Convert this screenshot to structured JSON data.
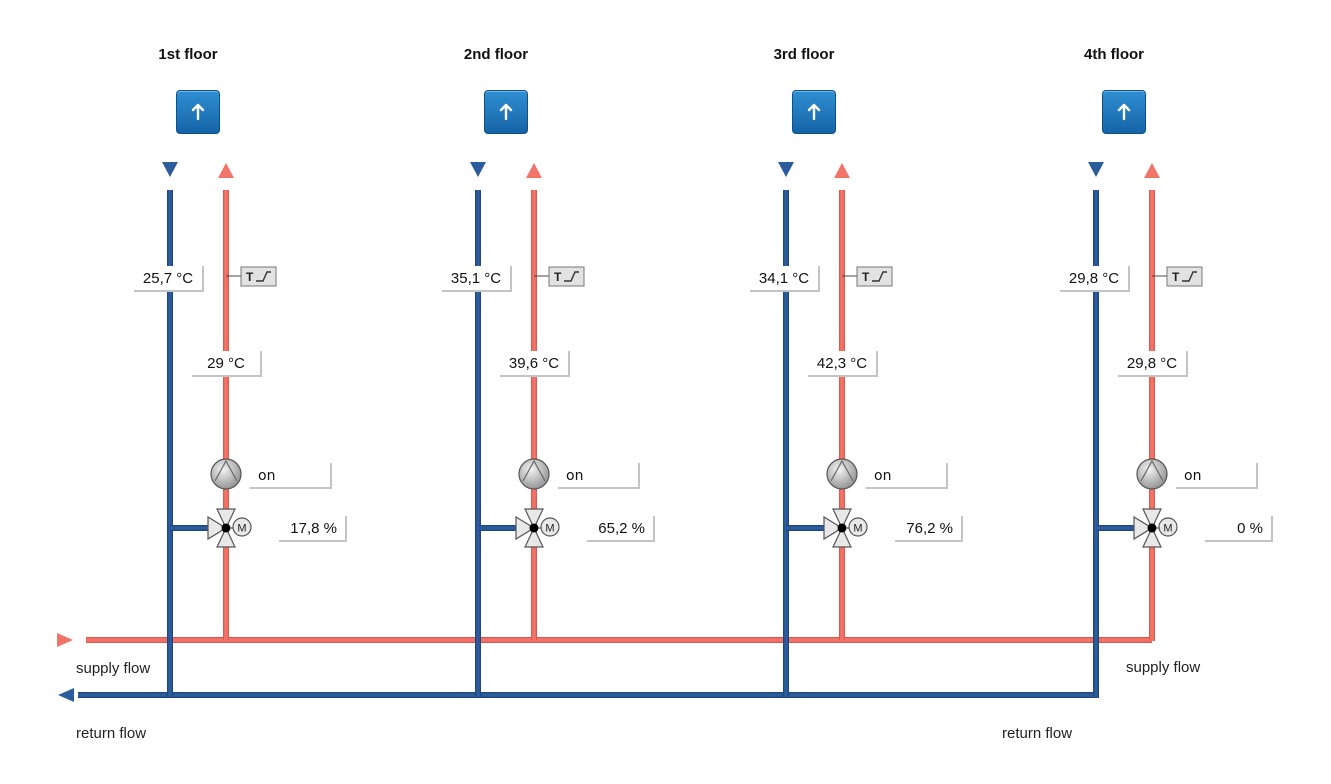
{
  "floors": [
    {
      "title": "1st floor",
      "return_temp": "25,7 °C",
      "supply_temp": "29 °C",
      "pump_status": "on",
      "valve_position": "17,8 %"
    },
    {
      "title": "2nd floor",
      "return_temp": "35,1 °C",
      "supply_temp": "39,6 °C",
      "pump_status": "on",
      "valve_position": "65,2 %"
    },
    {
      "title": "3rd floor",
      "return_temp": "34,1 °C",
      "supply_temp": "42,3 °C",
      "pump_status": "on",
      "valve_position": "76,2 %"
    },
    {
      "title": "4th floor",
      "return_temp": "29,8 °C",
      "supply_temp": "29,8 °C",
      "pump_status": "on",
      "valve_position": "0 %"
    }
  ],
  "labels": {
    "supply_left": "supply flow",
    "return_left": "return flow",
    "supply_right": "supply flow",
    "return_right": "return flow",
    "thermostat_symbol": "T",
    "motor_symbol": "M"
  },
  "colors": {
    "supply_pipe": "#f07468",
    "supply_pipe_edge": "#e2584c",
    "return_pipe": "#2d5c9c",
    "return_pipe_edge": "#1f477d",
    "button": "#1f78c1"
  },
  "icons": {
    "floor_button": "arrow-up-icon",
    "supply_arrow": "triangle-up-icon",
    "return_arrow": "triangle-down-icon",
    "pump": "pump-icon",
    "valve": "three-way-valve-icon",
    "motor": "motor-icon",
    "thermostat": "thermostat-icon"
  }
}
